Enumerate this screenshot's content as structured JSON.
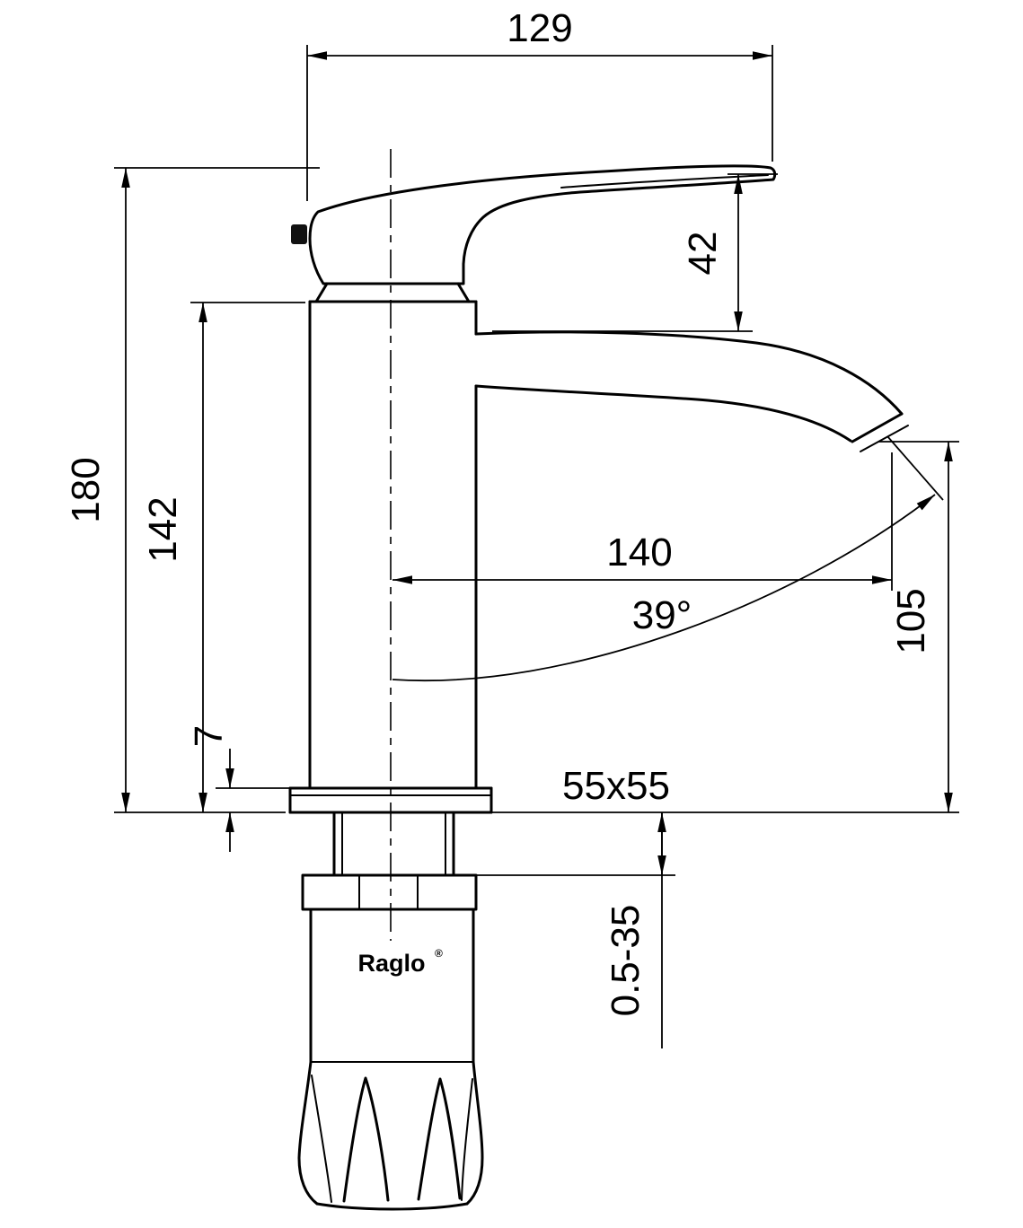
{
  "drawing": {
    "brand": "Raglo",
    "brand_mark": "®",
    "dimensions": {
      "handle_length": "129",
      "handle_height": "42",
      "overall_height": "180",
      "body_height": "142",
      "base_thickness": "7",
      "spout_reach": "140",
      "spout_angle": "39°",
      "outlet_height": "105",
      "base_footprint": "55x55",
      "mounting_range": "0.5-35"
    }
  }
}
